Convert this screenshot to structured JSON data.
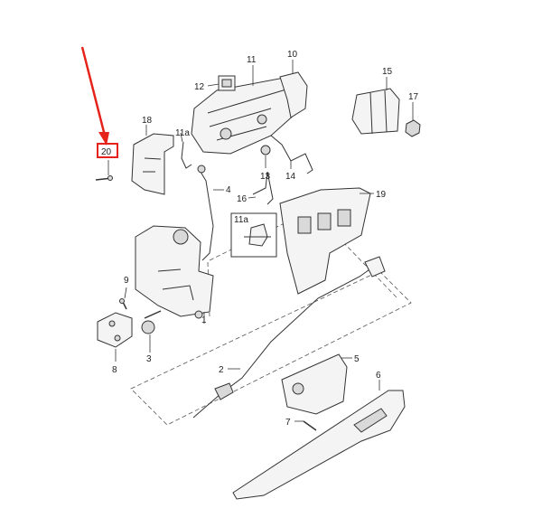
{
  "callouts": {
    "p1": "1",
    "p2": "2",
    "p3": "3",
    "p4": "4",
    "p5": "5",
    "p6": "6",
    "p7": "7",
    "p8": "8",
    "p9": "9",
    "p10": "10",
    "p11": "11",
    "p11a": "11a",
    "p11a_top": "11a",
    "p12": "12",
    "p13": "13",
    "p14": "14",
    "p15": "15",
    "p16": "16",
    "p17": "17",
    "p18": "18",
    "p19": "19",
    "p20": "20"
  },
  "highlight": {
    "target": "20",
    "color": "#e5231b"
  }
}
